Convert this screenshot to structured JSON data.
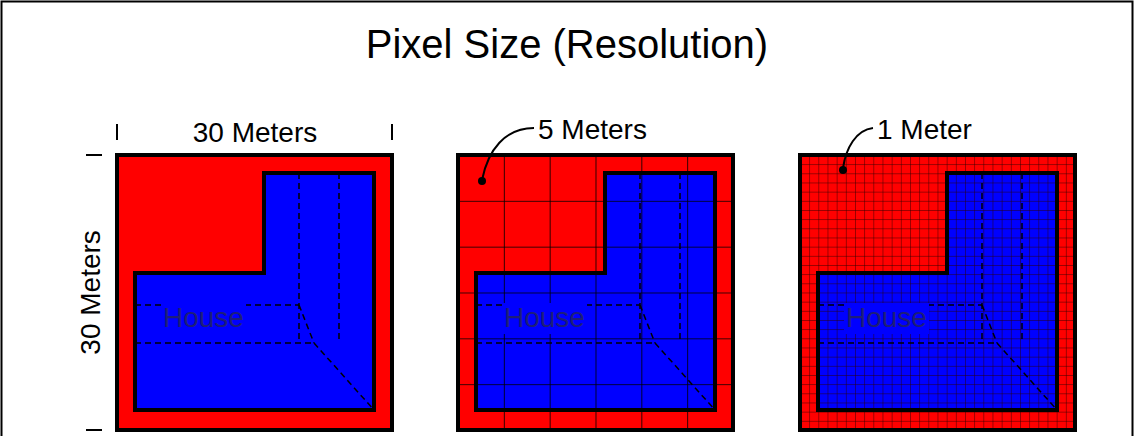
{
  "diagram": {
    "title": "Pixel Size (Resolution)",
    "nodes": [
      {
        "text": [
          "House"
        ]
      },
      {
        "text": [
          "House"
        ]
      },
      {
        "text": [
          "House"
        ]
      }
    ],
    "labels": [
      "30 Meters",
      "30 Meters",
      "5 Meters",
      "1 Meter"
    ]
  }
}
